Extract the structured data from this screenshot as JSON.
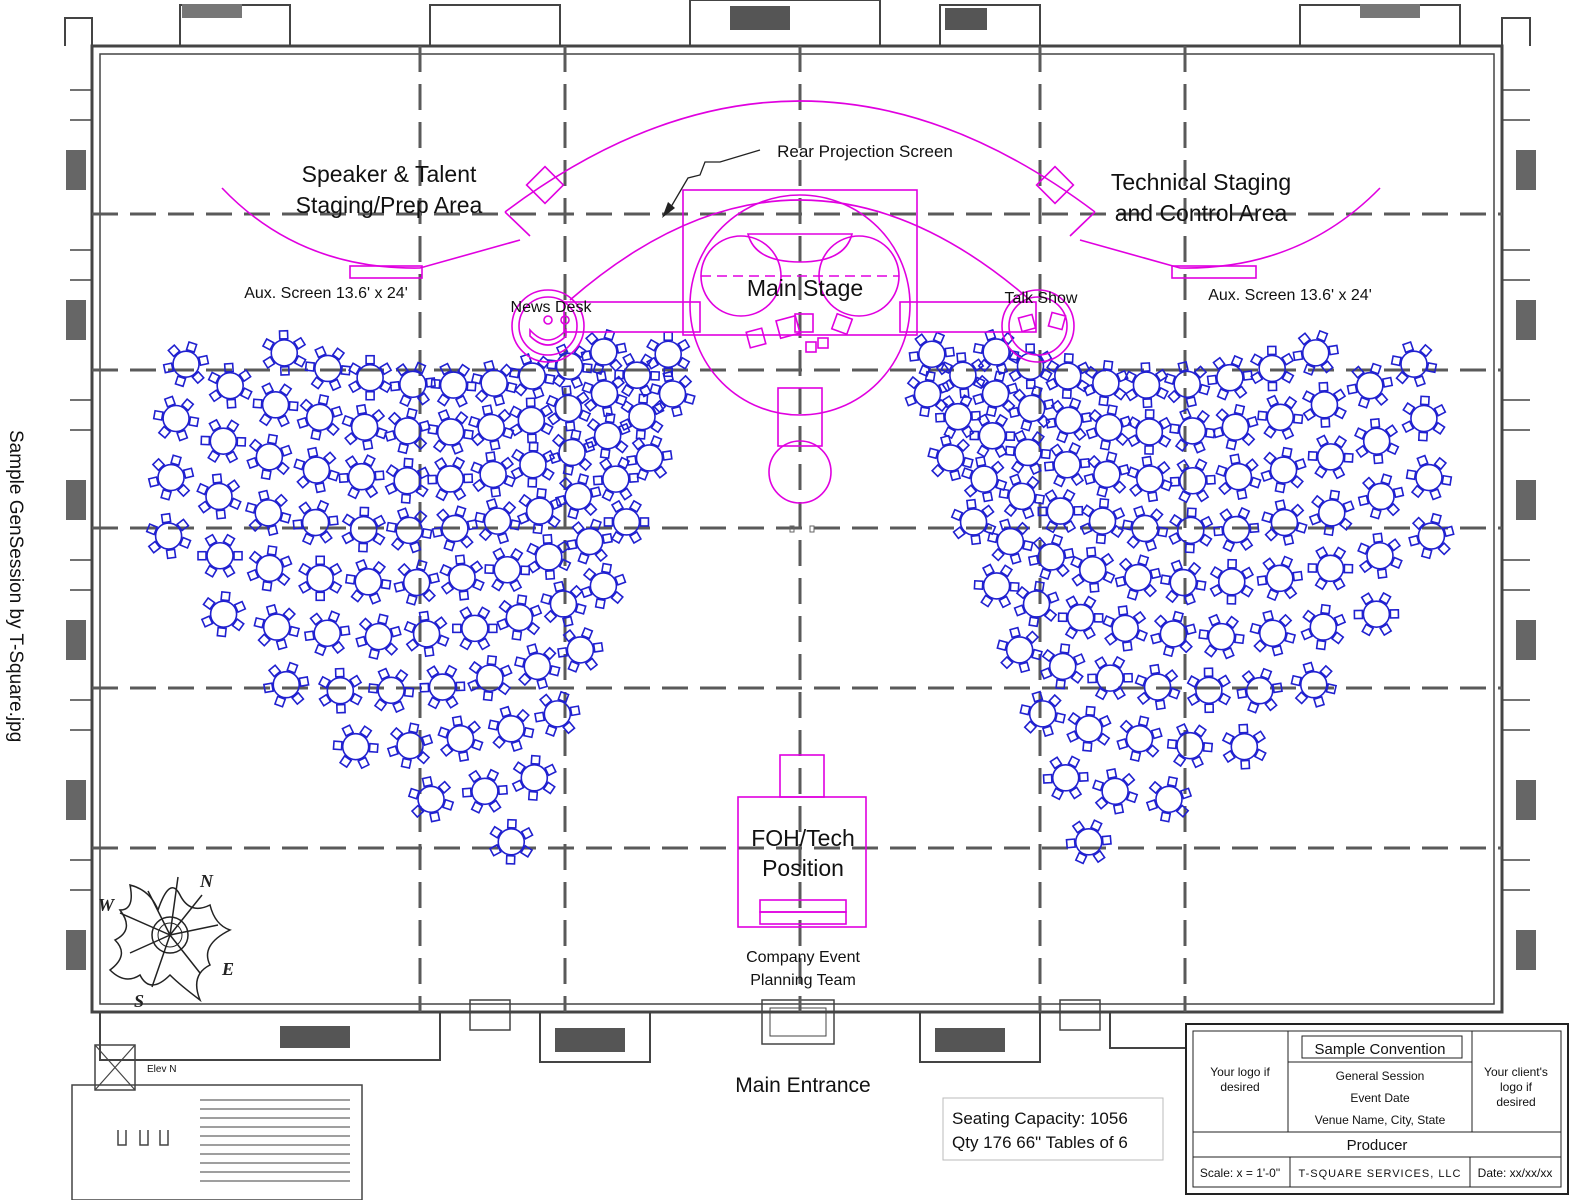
{
  "side_caption": "Sample GenSession by T-Square.jpg",
  "labels": {
    "speaker_area_l1": "Speaker & Talent",
    "speaker_area_l2": "Staging/Prep Area",
    "tech_area_l1": "Technical Staging",
    "tech_area_l2": "and Control Area",
    "rear_projection": "Rear Projection Screen",
    "main_stage": "Main Stage",
    "news_desk": "News Desk",
    "talk_show": "Talk Show",
    "aux_screen_left": "Aux. Screen 13.6' x 24'",
    "aux_screen_right": "Aux. Screen 13.6' x 24'",
    "foh_l1": "FOH/Tech",
    "foh_l2": "Position",
    "planning_l1": "Company Event",
    "planning_l2": "Planning Team",
    "main_entrance": "Main Entrance",
    "elev": "Elev N",
    "capacity_l1": "Seating Capacity: 1056",
    "capacity_l2": "Qty 176  66\" Tables of 6"
  },
  "compass": {
    "n": "N",
    "e": "E",
    "s": "S",
    "w": "W"
  },
  "title_block": {
    "project": "Sample Convention",
    "left_logo_l1": "Your logo if",
    "left_logo_l2": "desired",
    "session": "General Session",
    "event_date": "Event Date",
    "venue": "Venue Name, City, State",
    "right_logo_l1": "Your client's",
    "right_logo_l2": "logo if",
    "right_logo_l3": "desired",
    "producer": "Producer",
    "scale": "Scale: x = 1'-0\"",
    "company": "T-SQUARE SERVICES, LLC",
    "date": "Date: xx/xx/xx"
  },
  "colors": {
    "stage": "#e000e0",
    "tables": "#2020d0",
    "walls": "#444444"
  },
  "seating": {
    "table_count": 176,
    "table_size": "66\"",
    "seats_per_table": 6
  }
}
